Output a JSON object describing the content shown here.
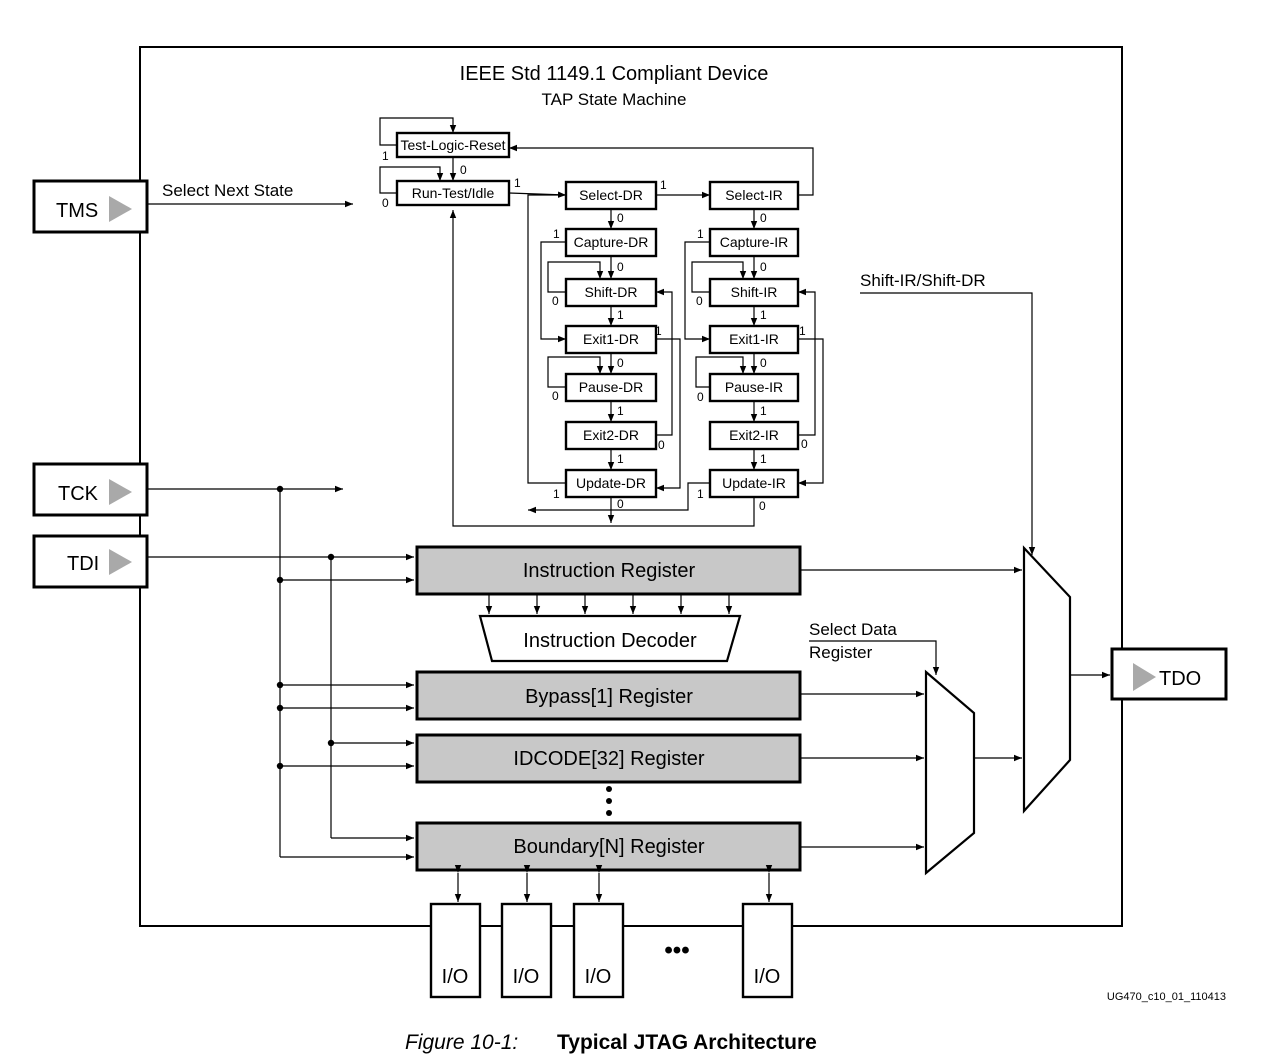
{
  "device": {
    "title": "IEEE Std 1149.1 Compliant Device",
    "subtitle": "TAP State Machine"
  },
  "pins": {
    "tms": "TMS",
    "tck": "TCK",
    "tdi": "TDI",
    "tdo": "TDO"
  },
  "labels": {
    "select_next_state": "Select Next State",
    "shift_ir_dr": "Shift-IR/Shift-DR",
    "select_data_register_1": "Select Data",
    "select_data_register_2": "Register"
  },
  "states": {
    "test_logic_reset": "Test-Logic-Reset",
    "run_test_idle": "Run-Test/Idle",
    "select_dr": "Select-DR",
    "capture_dr": "Capture-DR",
    "shift_dr": "Shift-DR",
    "exit1_dr": "Exit1-DR",
    "pause_dr": "Pause-DR",
    "exit2_dr": "Exit2-DR",
    "update_dr": "Update-DR",
    "select_ir": "Select-IR",
    "capture_ir": "Capture-IR",
    "shift_ir": "Shift-IR",
    "exit1_ir": "Exit1-IR",
    "pause_ir": "Pause-IR",
    "exit2_ir": "Exit2-IR",
    "update_ir": "Update-IR"
  },
  "transition_values": {
    "zero": "0",
    "one": "1"
  },
  "registers": {
    "instruction": "Instruction Register",
    "decoder": "Instruction Decoder",
    "bypass": "Bypass[1] Register",
    "idcode": "IDCODE[32] Register",
    "boundary": "Boundary[N] Register"
  },
  "io": {
    "label": "I/O",
    "ellipsis": "•••"
  },
  "figure": {
    "id": "UG470_c10_01_110413",
    "number": "Figure 10-1:",
    "caption": "Typical JTAG Architecture"
  }
}
